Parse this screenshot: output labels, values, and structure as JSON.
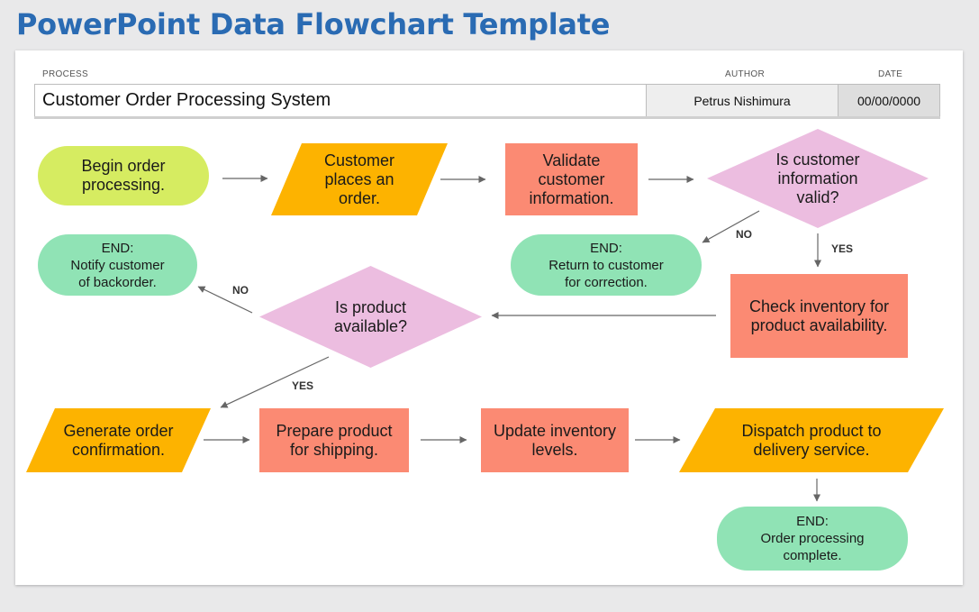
{
  "title": "PowerPoint Data Flowchart Template",
  "header": {
    "process_label": "PROCESS",
    "process_value": "Customer Order Processing System",
    "author_label": "AUTHOR",
    "author_value": "Petrus Nishimura",
    "date_label": "DATE",
    "date_value": "00/00/0000"
  },
  "colors": {
    "title": "#2a6bb3",
    "lime": "#d6ec61",
    "amber": "#fdb300",
    "salmon": "#fb8a73",
    "pink": "#ecbde0",
    "mint": "#90e3b5",
    "arrow": "#666666"
  },
  "nodes": {
    "begin": "Begin order processing.",
    "places_order": "Customer places an order.",
    "validate": "Validate customer information.",
    "valid_q": "Is customer information valid?",
    "end_return": "END:\nReturn to customer\nfor correction.",
    "check_inventory": "Check inventory for product availability.",
    "available_q": "Is product available?",
    "end_backorder": "END:\nNotify customer\nof backorder.",
    "generate_conf": "Generate order confirmation.",
    "prepare": "Prepare product for shipping.",
    "update_inv": "Update inventory levels.",
    "dispatch": "Dispatch product to delivery service.",
    "end_complete": "END:\nOrder processing\ncomplete."
  },
  "edge_labels": {
    "valid_no": "NO",
    "valid_yes": "YES",
    "avail_no": "NO",
    "avail_yes": "YES"
  }
}
